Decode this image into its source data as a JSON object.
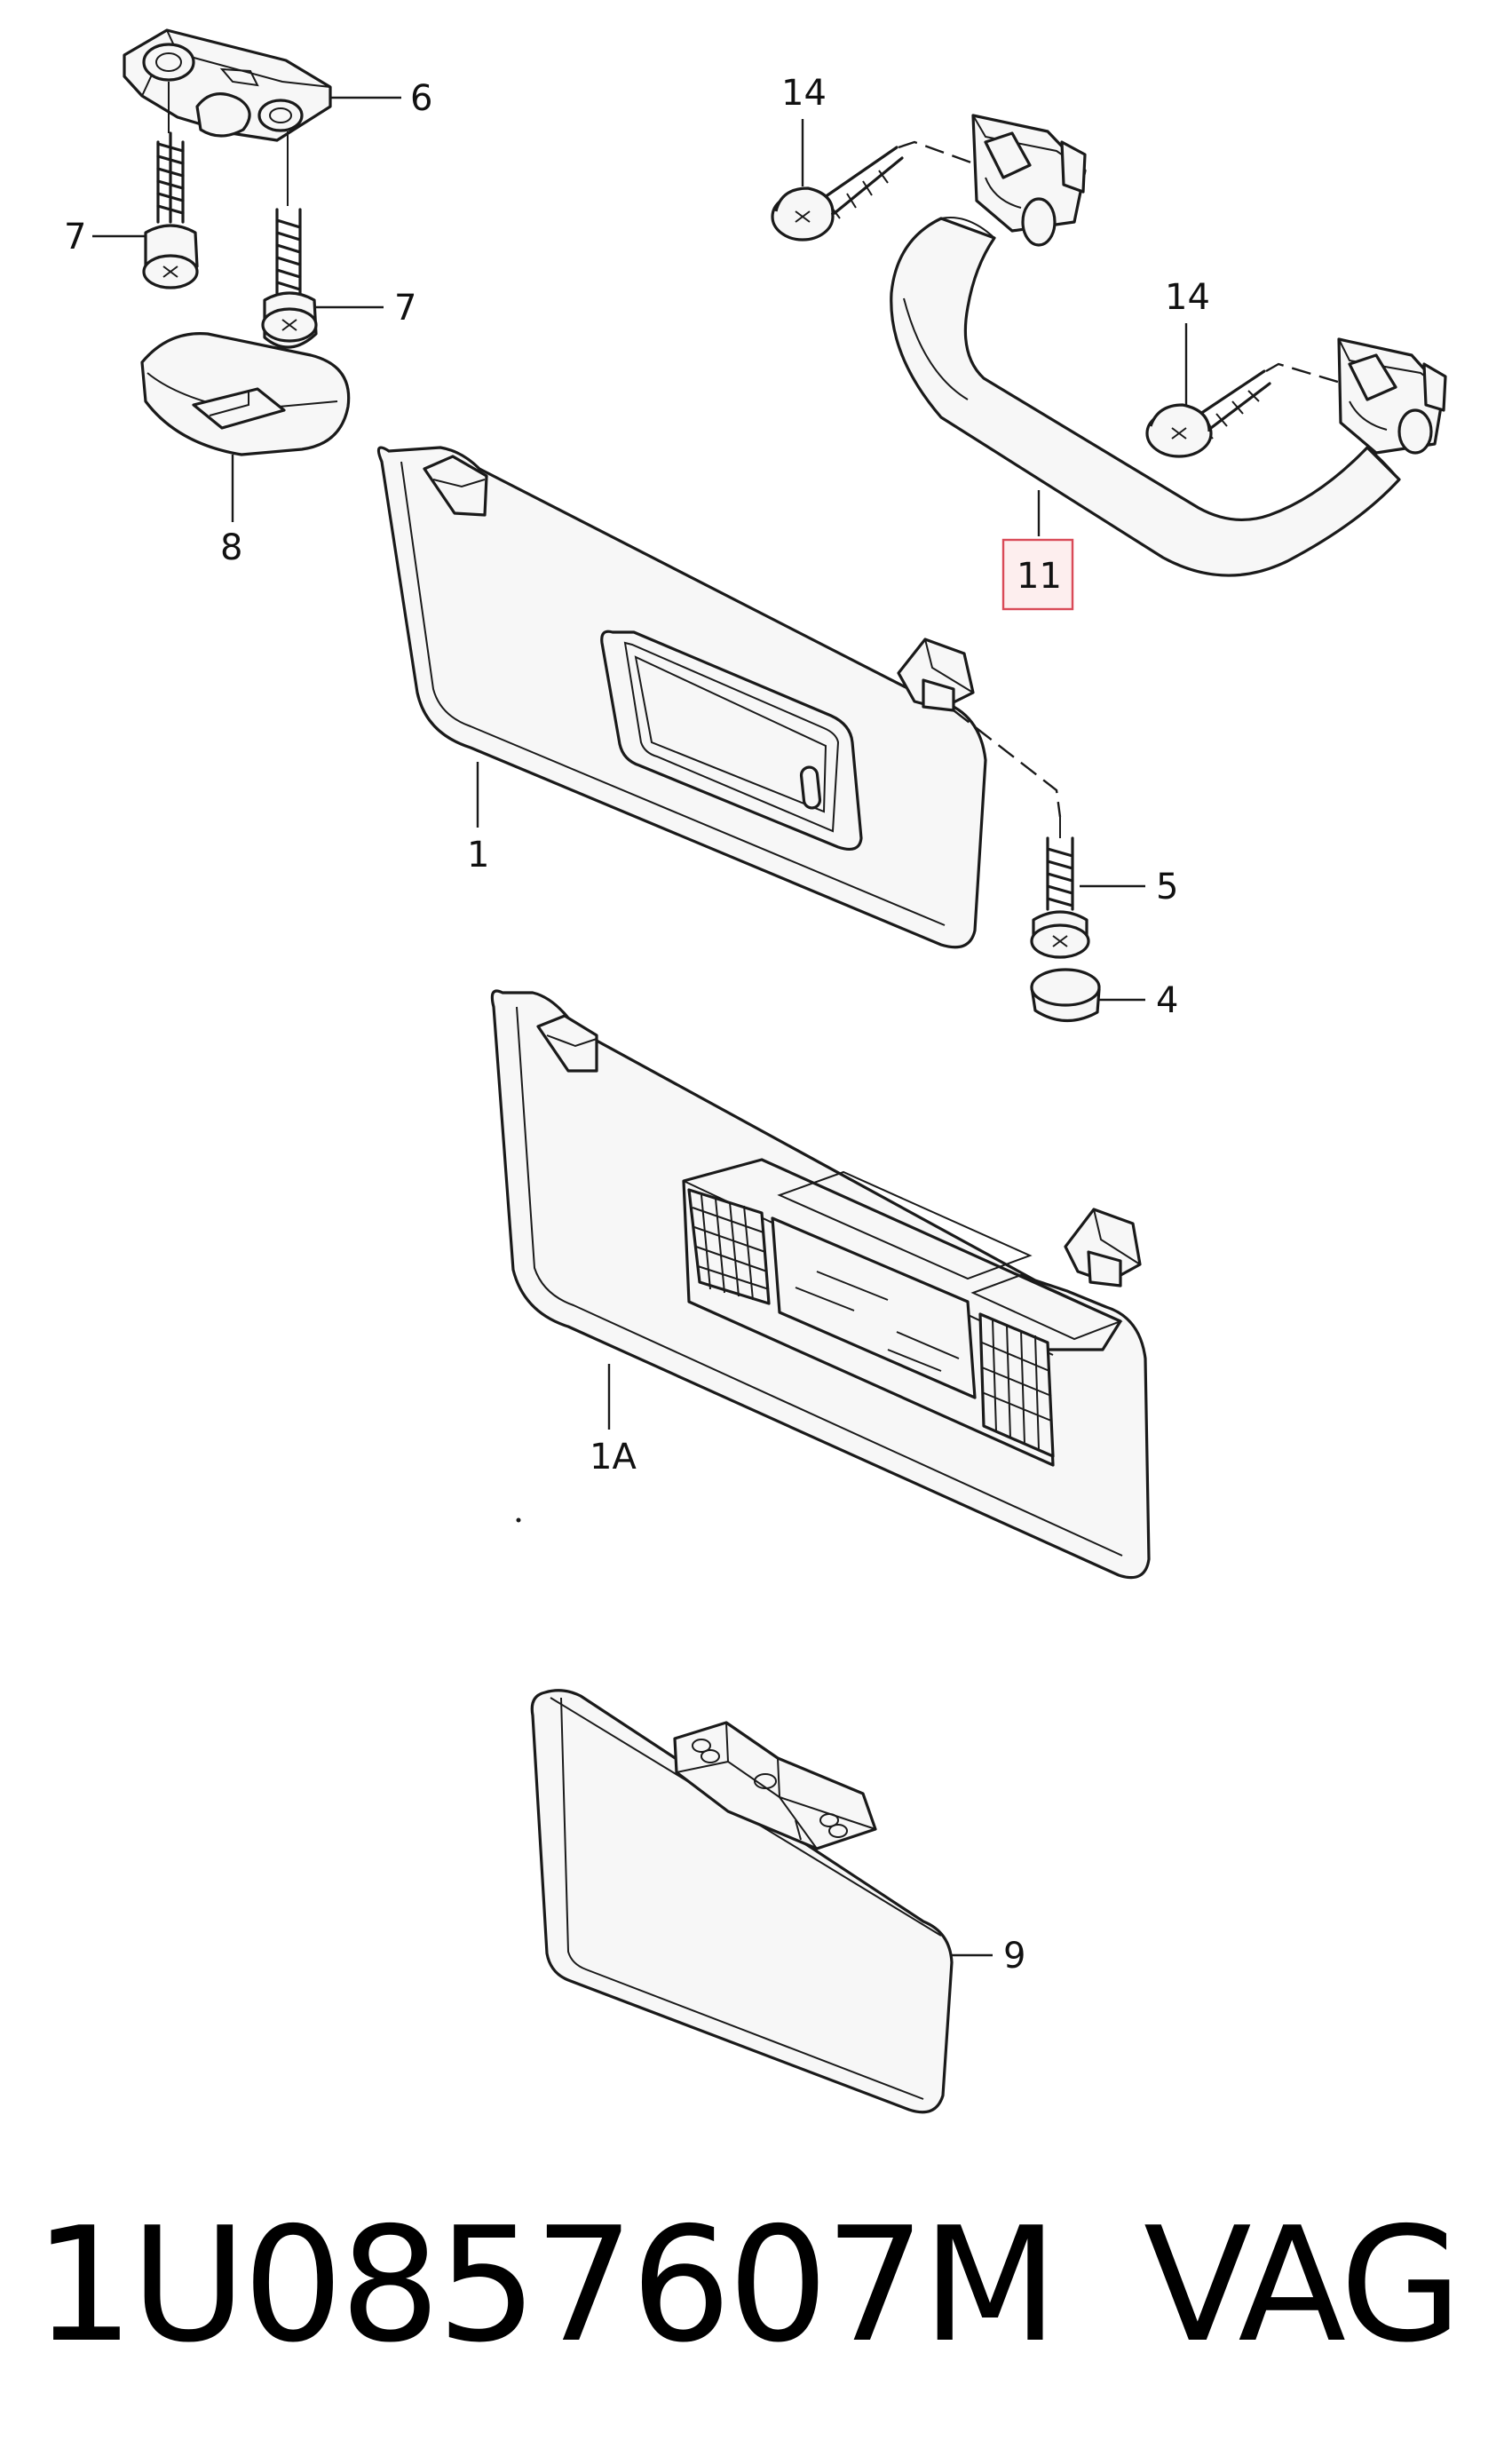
{
  "callouts": {
    "c6": "6",
    "c7a": "7",
    "c7b": "7",
    "c8": "8",
    "c14a": "14",
    "c14b": "14",
    "c11": "11",
    "c1": "1",
    "c5": "5",
    "c4": "4",
    "c1a": "1A",
    "c9": "9"
  },
  "highlighted_callout": "11",
  "colors": {
    "highlight_border": "#d94a57",
    "highlight_fill": "#fdeeee",
    "line": "#1a1a1a"
  },
  "footer": {
    "part_number": "1U0857607M",
    "brand": "VAG"
  }
}
